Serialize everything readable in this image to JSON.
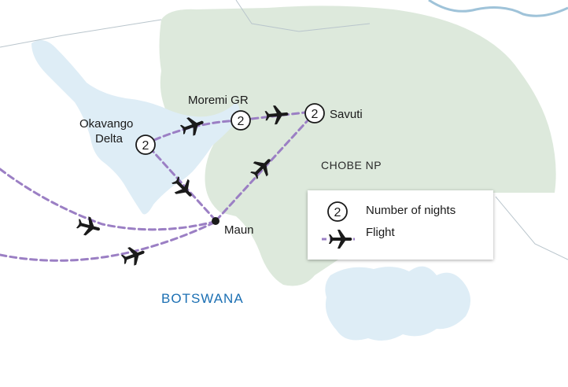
{
  "map": {
    "country_label": "BOTSWANA",
    "park_label": "CHOBE NP",
    "colors": {
      "land": "#ffffff",
      "park": "#dde9dc",
      "water": "#deedf6",
      "border": "#b9c5cc",
      "route": "#9b7fc4",
      "plane": "#1a1a1a",
      "country_text": "#1b6fb3"
    },
    "locations": [
      {
        "id": "okavango",
        "label_line1": "Okavango",
        "label_line2": "Delta",
        "nights": "2"
      },
      {
        "id": "moremi",
        "label": "Moremi GR",
        "nights": "2"
      },
      {
        "id": "savuti",
        "label": "Savuti",
        "nights": "2"
      },
      {
        "id": "maun",
        "label": "Maun"
      }
    ],
    "legend": {
      "nights_symbol": "2",
      "nights_label": "Number of nights",
      "flight_label": "Flight",
      "flight_icon": "plane-icon"
    }
  }
}
